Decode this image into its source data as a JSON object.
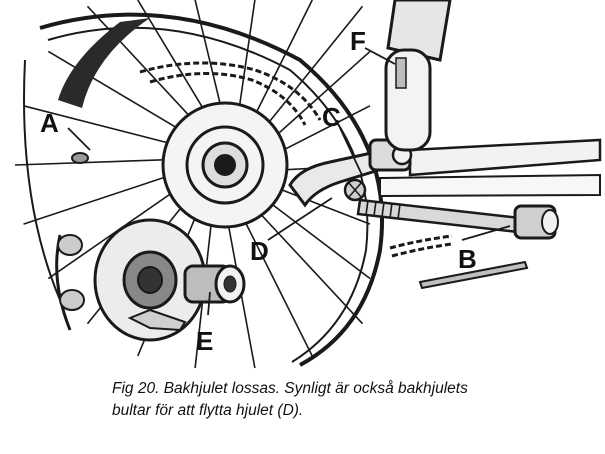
{
  "figure": {
    "labels": {
      "a": "A",
      "b": "B",
      "c": "C",
      "d": "D",
      "e": "E",
      "f": "F"
    },
    "ink_color": "#1a1a1a",
    "paper_color": "#ffffff"
  },
  "caption": {
    "line1": "Fig 20. Bakhjulet lossas. Synligt är också bakhjulets",
    "line2": "bultar för att flytta hjulet (D)."
  }
}
